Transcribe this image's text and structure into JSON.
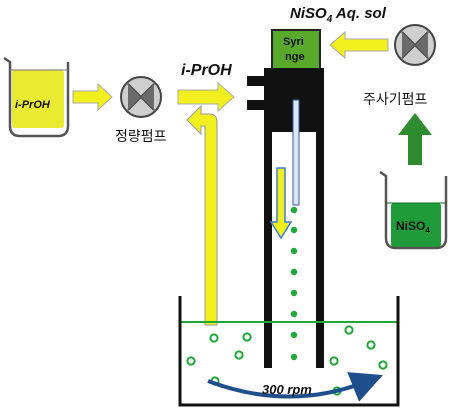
{
  "labels": {
    "nickel_solution": "NiSO",
    "nickel_solution_sub": "4",
    "nickel_solution_suffix": " Aq. sol",
    "ipa_feed": "i-PrOH",
    "syringe_line1": "Syri",
    "syringe_line2": "nge",
    "metering_pump": "정량펌프",
    "syringe_pump": "주사기펌프",
    "left_beaker": "i-PrOH",
    "right_beaker": "NiSO",
    "right_beaker_sub": "4",
    "stirring": "300 rpm"
  },
  "icons": [
    "beaker-icon",
    "pump-icon",
    "arrow-icon",
    "syringe-icon",
    "reactor-icon",
    "droplet-icon",
    "stir-arrow-icon"
  ],
  "colors": {
    "feed_arrow": "#f2ef1f",
    "supply_arrow": "#2e8b2e",
    "liquid_green": "#1fa83a",
    "ipa_liquid": "#e6ea2a",
    "syringe_body": "#59a92b",
    "flow_arrow": "#3c7fd6",
    "stir_arrow": "#1f4e8c"
  }
}
